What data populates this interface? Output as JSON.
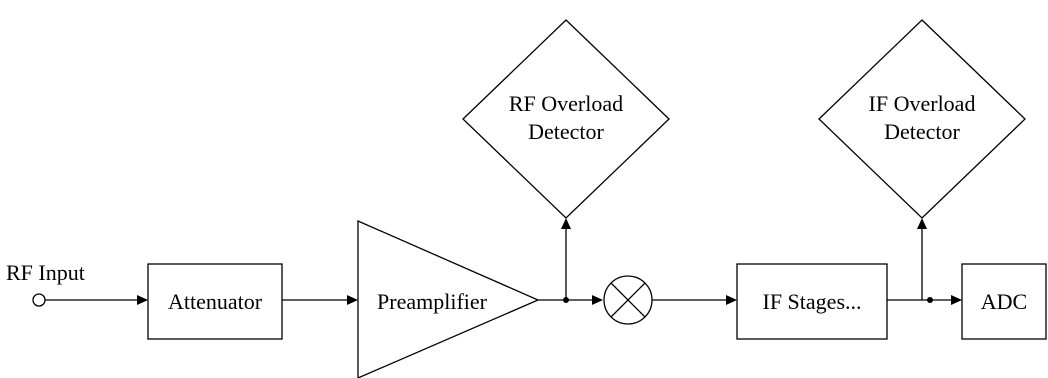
{
  "diagram": {
    "labels": {
      "rf_input": "RF Input",
      "attenuator": "Attenuator",
      "preamplifier": "Preamplifier",
      "rf_overload_line1": "RF Overload",
      "rf_overload_line2": "Detector",
      "if_overload_line1": "IF Overload",
      "if_overload_line2": "Detector",
      "if_stages": "IF Stages...",
      "adc": "ADC"
    }
  }
}
